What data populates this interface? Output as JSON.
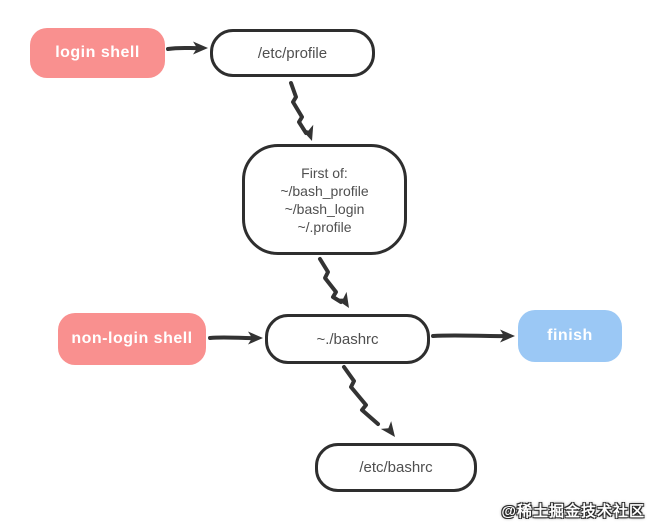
{
  "diagram": {
    "title_hint": "bash startup files flowchart",
    "nodes": {
      "login_shell": {
        "label": "login shell",
        "type": "start"
      },
      "etc_profile": {
        "label": "/etc/profile",
        "type": "process"
      },
      "first_of": {
        "type": "process",
        "lines": [
          "First of:",
          "~/bash_profile",
          "~/bash_login",
          "~/.profile"
        ]
      },
      "non_login_shell": {
        "label": "non-login shell",
        "type": "start"
      },
      "bashrc": {
        "label": "~./bashrc",
        "type": "process"
      },
      "finish": {
        "label": "finish",
        "type": "end"
      },
      "etc_bashrc": {
        "label": "/etc/bashrc",
        "type": "process"
      }
    },
    "edges": [
      {
        "from": "login_shell",
        "to": "etc_profile"
      },
      {
        "from": "etc_profile",
        "to": "first_of"
      },
      {
        "from": "first_of",
        "to": "bashrc"
      },
      {
        "from": "non_login_shell",
        "to": "bashrc"
      },
      {
        "from": "bashrc",
        "to": "finish"
      },
      {
        "from": "bashrc",
        "to": "etc_bashrc"
      }
    ],
    "colors": {
      "start_node": "#F9908F",
      "end_node": "#9BC8F5",
      "process_fill": "#FFFFFF",
      "process_border": "#2E2E2E",
      "process_text": "#4F4F4F",
      "arrow": "#333333"
    }
  },
  "watermark": {
    "text": "@稀土掘金技术社区"
  }
}
